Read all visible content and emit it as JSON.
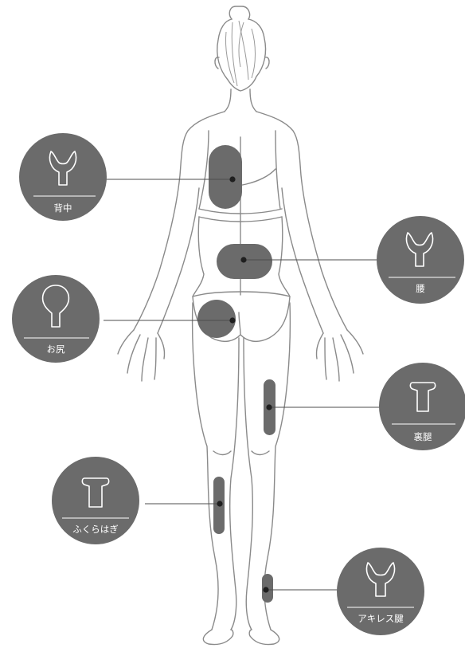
{
  "palette": {
    "zone": "#6b6b6b",
    "badge": "#6b6b6b",
    "line": "#8a8a8a",
    "dot": "#1f1f1f",
    "label": "#ffffff"
  },
  "callouts": [
    {
      "id": "upper-back",
      "label": "背中",
      "icon": "y-shaped-head-icon"
    },
    {
      "id": "lower-back",
      "label": "腰",
      "icon": "y-shaped-head-icon"
    },
    {
      "id": "buttocks",
      "label": "お尻",
      "icon": "round-ball-head-icon"
    },
    {
      "id": "hamstring",
      "label": "裏腿",
      "icon": "flat-t-head-icon"
    },
    {
      "id": "calf",
      "label": "ふくらはぎ",
      "icon": "flat-t-head-icon"
    },
    {
      "id": "achilles",
      "label": "アキレス腱",
      "icon": "y-shaped-head-icon"
    }
  ]
}
